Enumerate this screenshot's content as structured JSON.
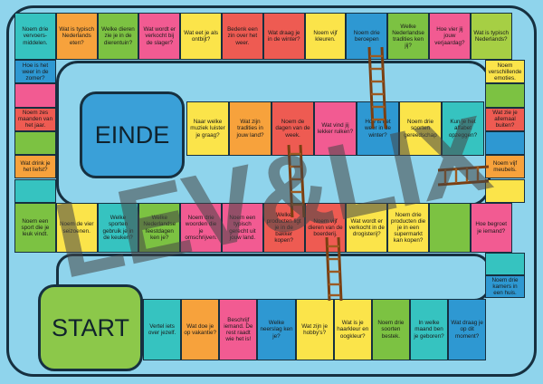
{
  "colors": {
    "red": "#ee5b52",
    "orange": "#f7a23c",
    "yellow": "#fbe44a",
    "green": "#7cc242",
    "blue": "#2e98d2",
    "teal": "#36c3c0",
    "pink": "#f25b92",
    "purple": "#9a7ac6",
    "lime": "#a6cf44"
  },
  "start_label": "START",
  "end_label": "EINDE",
  "watermark": "LEV&LIX",
  "cells": {
    "top": [
      {
        "text": "Noem drie vervoers-middelen.",
        "color": "teal"
      },
      {
        "text": "Wat is typisch Nederlands eten?",
        "color": "orange"
      },
      {
        "text": "Welke dieren zie je in de dierentuin?",
        "color": "green"
      },
      {
        "text": "Wat wordt er verkocht bij de slager?",
        "color": "pink"
      },
      {
        "text": "Wat eet je als ontbijt?",
        "color": "yellow"
      },
      {
        "text": "Bedenk een zin over het weer.",
        "color": "red"
      },
      {
        "text": "Wat draag je in de winter?",
        "color": "red"
      },
      {
        "text": "Noem vijf kleuren.",
        "color": "yellow"
      },
      {
        "text": "Noem drie beroepen",
        "color": "blue"
      },
      {
        "text": "Welke Nederlandse tradities ken jij?",
        "color": "green"
      },
      {
        "text": "Hoe vier jij jouw verjaardag?",
        "color": "pink"
      },
      {
        "text": "Wat is typisch Nederlands?",
        "color": "lime"
      }
    ],
    "left": [
      {
        "text": "Hoe is het weer in de zomer?",
        "color": "blue"
      },
      {
        "text": "",
        "color": "pink"
      },
      {
        "text": "Noem zes maanden van het jaar.",
        "color": "red"
      },
      {
        "text": "",
        "color": "green"
      },
      {
        "text": "Wat drink je het liefst?",
        "color": "orange"
      },
      {
        "text": "",
        "color": "teal"
      }
    ],
    "right": [
      {
        "text": "Noem verschillende emoties.",
        "color": "yellow"
      },
      {
        "text": "",
        "color": "green"
      },
      {
        "text": "Wat zie je allemaal buiten?",
        "color": "red"
      },
      {
        "text": "",
        "color": "blue"
      },
      {
        "text": "Noem vijf meubels.",
        "color": "orange"
      },
      {
        "text": "",
        "color": "yellow"
      }
    ],
    "middle": [
      {
        "text": "Naar welke muziek luister je graag?",
        "color": "yellow"
      },
      {
        "text": "Wat zijn tradities in jouw land?",
        "color": "orange"
      },
      {
        "text": "Noem de dagen van de week.",
        "color": "red"
      },
      {
        "text": "Wat vind jij lekker ruiken?",
        "color": "pink"
      },
      {
        "text": "Hoe is het weer in de winter?",
        "color": "blue"
      },
      {
        "text": "Noem drie soorten gereedschap",
        "color": "yellow"
      },
      {
        "text": "Kun je het alfabet opzeggen?",
        "color": "teal"
      }
    ],
    "row3": [
      {
        "text": "Noem een sport die je leuk vindt.",
        "color": "green"
      },
      {
        "text": "Noem de vier seizoenen.",
        "color": "yellow"
      },
      {
        "text": "Welke sporten gebruik je in de keuken?",
        "color": "teal"
      },
      {
        "text": "Welke Nederlandse feestdagen ken je?",
        "color": "green"
      },
      {
        "text": "Noem drie woorden die je omschrijven.",
        "color": "pink"
      },
      {
        "text": "Noem een typisch gerecht uit jouw land.",
        "color": "pink"
      },
      {
        "text": "Welke producten ligt je in de bakker kopen?",
        "color": "red"
      },
      {
        "text": "Noem vijf dieren van de boerderij.",
        "color": "red"
      },
      {
        "text": "Wat wordt er verkocht in de drogisterij?",
        "color": "yellow"
      },
      {
        "text": "Noem drie producten die je in een supermarkt kan kopen?",
        "color": "yellow"
      },
      {
        "text": "",
        "color": "green"
      },
      {
        "text": "Hoe begroet je iemand?",
        "color": "pink"
      }
    ],
    "right_lower": [
      {
        "text": "",
        "color": "teal"
      },
      {
        "text": "Noem drie kamers in een huis.",
        "color": "blue"
      }
    ],
    "bottom": [
      {
        "text": "Vertel iets over jezelf.",
        "color": "teal"
      },
      {
        "text": "Wat doe je op vakantie?",
        "color": "orange"
      },
      {
        "text": "Beschrijf iemand. De rest raadt wie het is!",
        "color": "pink"
      },
      {
        "text": "Welke neerslag ken je?",
        "color": "blue"
      },
      {
        "text": "Wat zijn je hobby's?",
        "color": "yellow"
      },
      {
        "text": "Wat is je haarkleur en oogkleur?",
        "color": "yellow"
      },
      {
        "text": "Noem drie soorten bestek.",
        "color": "green"
      },
      {
        "text": "In welke maand ben je geboren?",
        "color": "teal"
      },
      {
        "text": "Wat draag je op dit moment?",
        "color": "blue"
      }
    ]
  }
}
